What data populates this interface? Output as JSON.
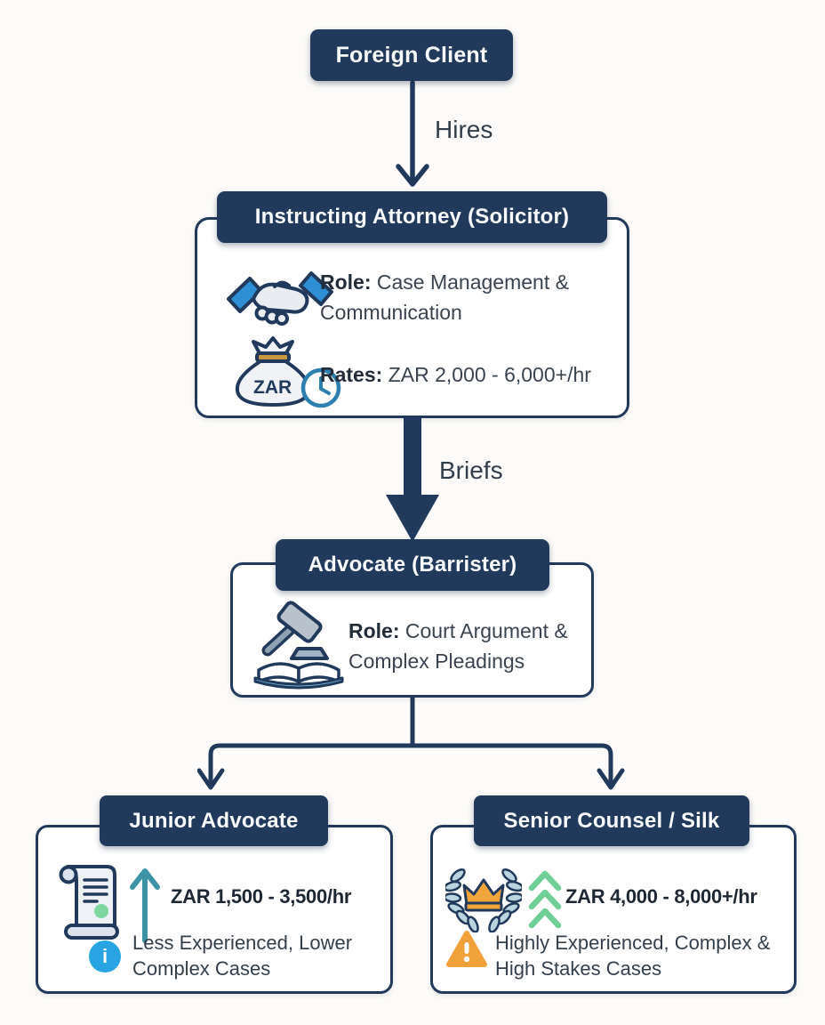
{
  "diagram": {
    "background": "#fcfbf9",
    "colors": {
      "navy": "#213a5c",
      "card_background": "#ffffff",
      "body_text": "#3a4450",
      "bold_label_text": "#232d3a",
      "cuff_blue": "#2e8fd4",
      "clock_blue": "#2c7fae",
      "teal_arrow": "#3d93a6",
      "growth_green": "#6fcf97",
      "seal_green": "#7ed6a0",
      "info_blue": "#29a4e2",
      "warning_orange": "#f0a13a",
      "crown_gold": "#f0a63c",
      "bag_band_gold": "#c9973f"
    },
    "icons": [
      "handshake-icon",
      "money-bag-clock-icon",
      "gavel-book-icon",
      "scroll-icon",
      "up-arrow-icon",
      "info-icon",
      "laurel-crown-icon",
      "chevrons-up-icon",
      "warning-icon"
    ],
    "nodes": {
      "foreign_client": {
        "label": "Foreign Client"
      },
      "instructing_attorney": {
        "title": "Instructing Attorney (Solicitor)",
        "role_label": "Role:",
        "role_text": "Case Management & Communication",
        "rates_label": "Rates:",
        "rates_text": "ZAR 2,000 - 6,000+/hr",
        "money_bag_text": "ZAR"
      },
      "advocate": {
        "title": "Advocate (Barrister)",
        "role_label": "Role:",
        "role_text": "Court Argument & Complex Pleadings"
      },
      "junior_advocate": {
        "title": "Junior Advocate",
        "rate": "ZAR 1,500 - 3,500/hr",
        "note": "Less Experienced, Lower Complex Cases",
        "info_glyph": "i"
      },
      "senior_counsel": {
        "title": "Senior Counsel / Silk",
        "rate": "ZAR 4,000 - 8,000+/hr",
        "note": "Highly Experienced, Complex & High Stakes Cases",
        "warning_glyph": "!"
      }
    },
    "edges": {
      "hires": {
        "label": "Hires"
      },
      "briefs": {
        "label": "Briefs"
      }
    }
  }
}
